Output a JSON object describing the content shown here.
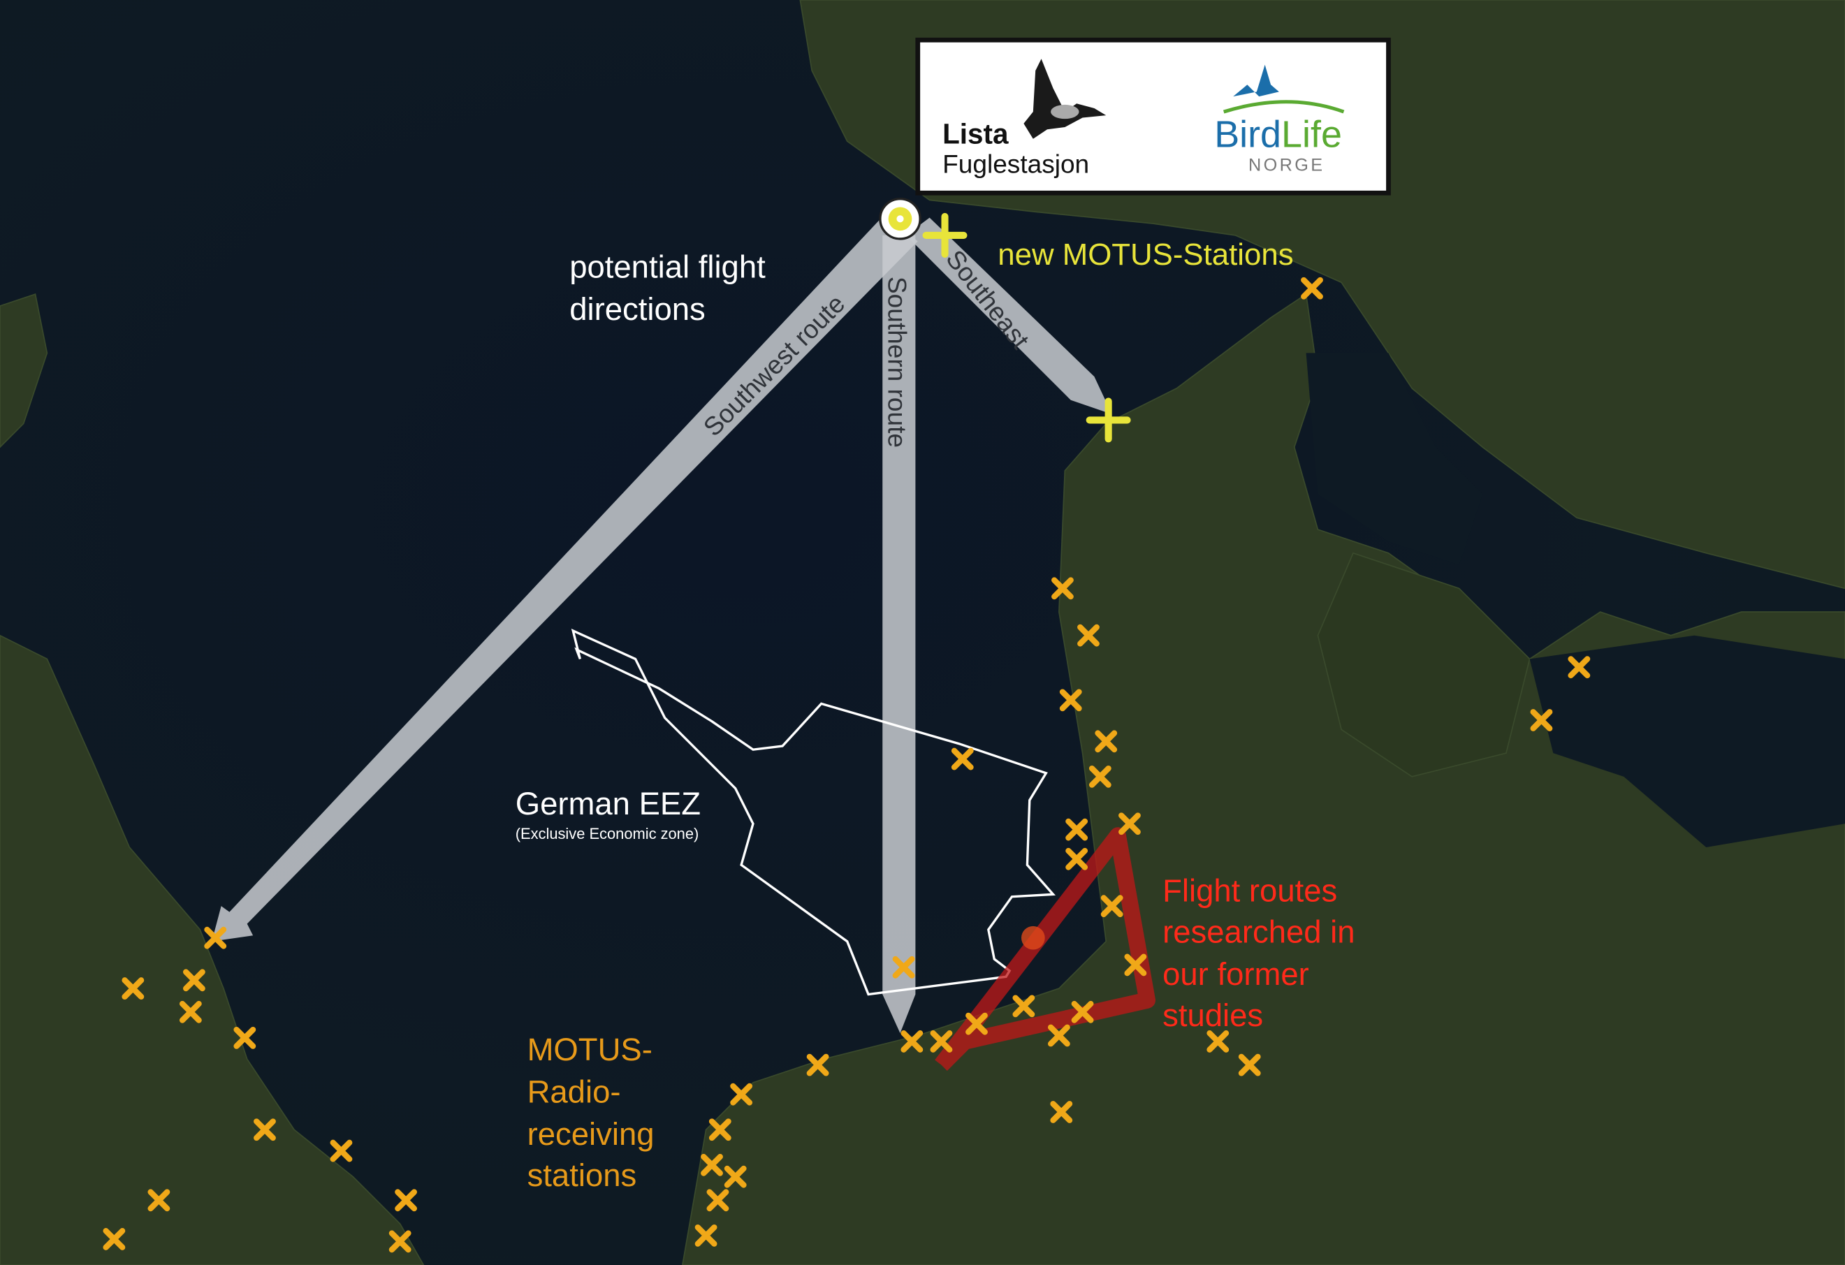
{
  "logos": {
    "lista": {
      "line1": "Lista",
      "line2": "Fuglestasjon"
    },
    "birdlife": {
      "word1": "Bird",
      "word2": "Life",
      "country": "NORGE"
    }
  },
  "labels": {
    "potential_directions": [
      "potential flight",
      "directions"
    ],
    "new_stations": "new MOTUS-Stations",
    "eez_title": "German EEZ",
    "eez_subtitle": "(Exclusive Economic zone)",
    "flight_routes": [
      "Flight routes",
      "researched in",
      "our former",
      "studies"
    ],
    "motus_stations": [
      "MOTUS-",
      "Radio-",
      "receiving",
      "stations"
    ]
  },
  "routes": {
    "southwest": "Southwest route",
    "southern": "Southern route",
    "southeast": "Southeast"
  },
  "colors": {
    "sea": "#0d1724",
    "land": "#2f3d22",
    "arrow": "#c8cbd0",
    "new_station": "#e8e43a",
    "motus_station": "#f0a818",
    "research_route": "#c01818",
    "research_text": "#ff2a1a",
    "motus_text": "#e79a1a",
    "birdlife_blue": "#1b6eaa",
    "birdlife_green": "#5aaa32"
  }
}
